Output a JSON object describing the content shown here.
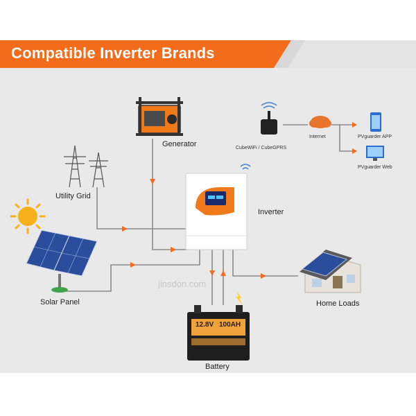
{
  "banner": {
    "title": "Compatible Inverter Brands",
    "color": "#f26c1c"
  },
  "nodes": {
    "generator": "Generator",
    "utility_grid": "Utility Grid",
    "solar_panel": "Solar Panel",
    "inverter": "Inverter",
    "home_loads": "Home Loads",
    "battery": "Battery",
    "cubewifi": "CubeWiFi / CubeGPRS",
    "internet": "Internet",
    "app": "PVguarder APP",
    "web": "PVguarder Web"
  },
  "battery_label": {
    "voltage": "12.8V",
    "capacity": "100AH"
  },
  "watermark": "jinsdon.com",
  "colors": {
    "line": "#8a8a8a",
    "arrow": "#f26c1c",
    "inverter_accent": "#f07a1a",
    "screen": "#1a2a6a"
  },
  "icons": [
    "generator-icon",
    "pylon-icon",
    "sun-icon",
    "solar-panel-icon",
    "inverter-icon",
    "house-icon",
    "battery-icon",
    "wifi-dongle-icon",
    "cloud-icon",
    "phone-icon",
    "monitor-icon",
    "wifi-signal-icon"
  ]
}
